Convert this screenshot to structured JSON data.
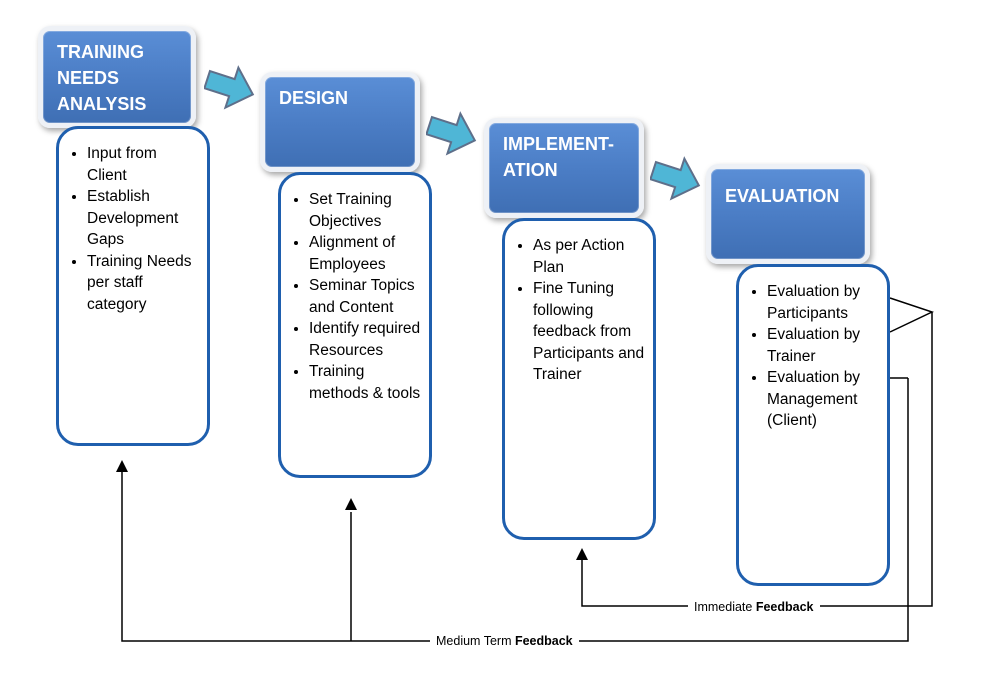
{
  "stages": [
    {
      "title": "TRAINING\nNEEDS\nANALYSIS",
      "items": [
        "Input from Client",
        "Establish Development Gaps",
        "Training Needs per staff category"
      ]
    },
    {
      "title": "DESIGN",
      "items": [
        "Set Training Objectives",
        "Alignment of Employees",
        "Seminar Topics and Content",
        "Identify required Resources",
        "Training methods & tools"
      ]
    },
    {
      "title": "IMPLEMENT-\nATION",
      "items": [
        "As per Action Plan",
        "Fine Tuning following feedback from Participants and Trainer"
      ]
    },
    {
      "title": "EVALUATION",
      "items": [
        "Evaluation by Participants",
        "Evaluation by Trainer",
        "Evaluation by Management (Client)"
      ]
    }
  ],
  "feedback": {
    "immediate": {
      "prefix": "Immediate ",
      "bold": "Feedback"
    },
    "medium_term": {
      "prefix": "Medium Term ",
      "bold": "Feedback"
    }
  },
  "colors": {
    "header_blue": "#4a7cc4",
    "box_border": "#1f5fae",
    "arrow_fill": "#4fb6d6"
  }
}
